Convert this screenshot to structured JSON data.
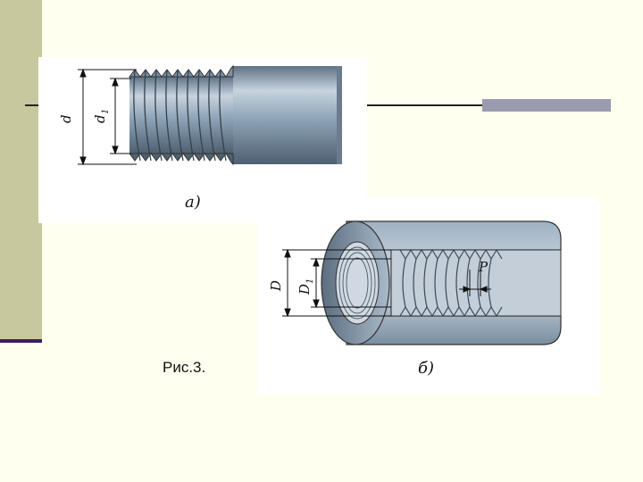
{
  "caption": "Рис.3.",
  "figure_a": {
    "sublabel": "а)",
    "outer_diameter_label": "d",
    "inner_diameter_label": "d",
    "inner_diameter_subscript": "1"
  },
  "figure_b": {
    "sublabel": "б)",
    "outer_diameter_label": "D",
    "inner_diameter_label": "D",
    "inner_diameter_subscript": "1",
    "pitch_label": "P"
  },
  "colors": {
    "background": "#fffff0",
    "sidebar": "#c8c89e",
    "sidebar_rule": "#3a1f56",
    "accent_bar": "#9a9ab0",
    "metal": "#8a9fb3"
  }
}
